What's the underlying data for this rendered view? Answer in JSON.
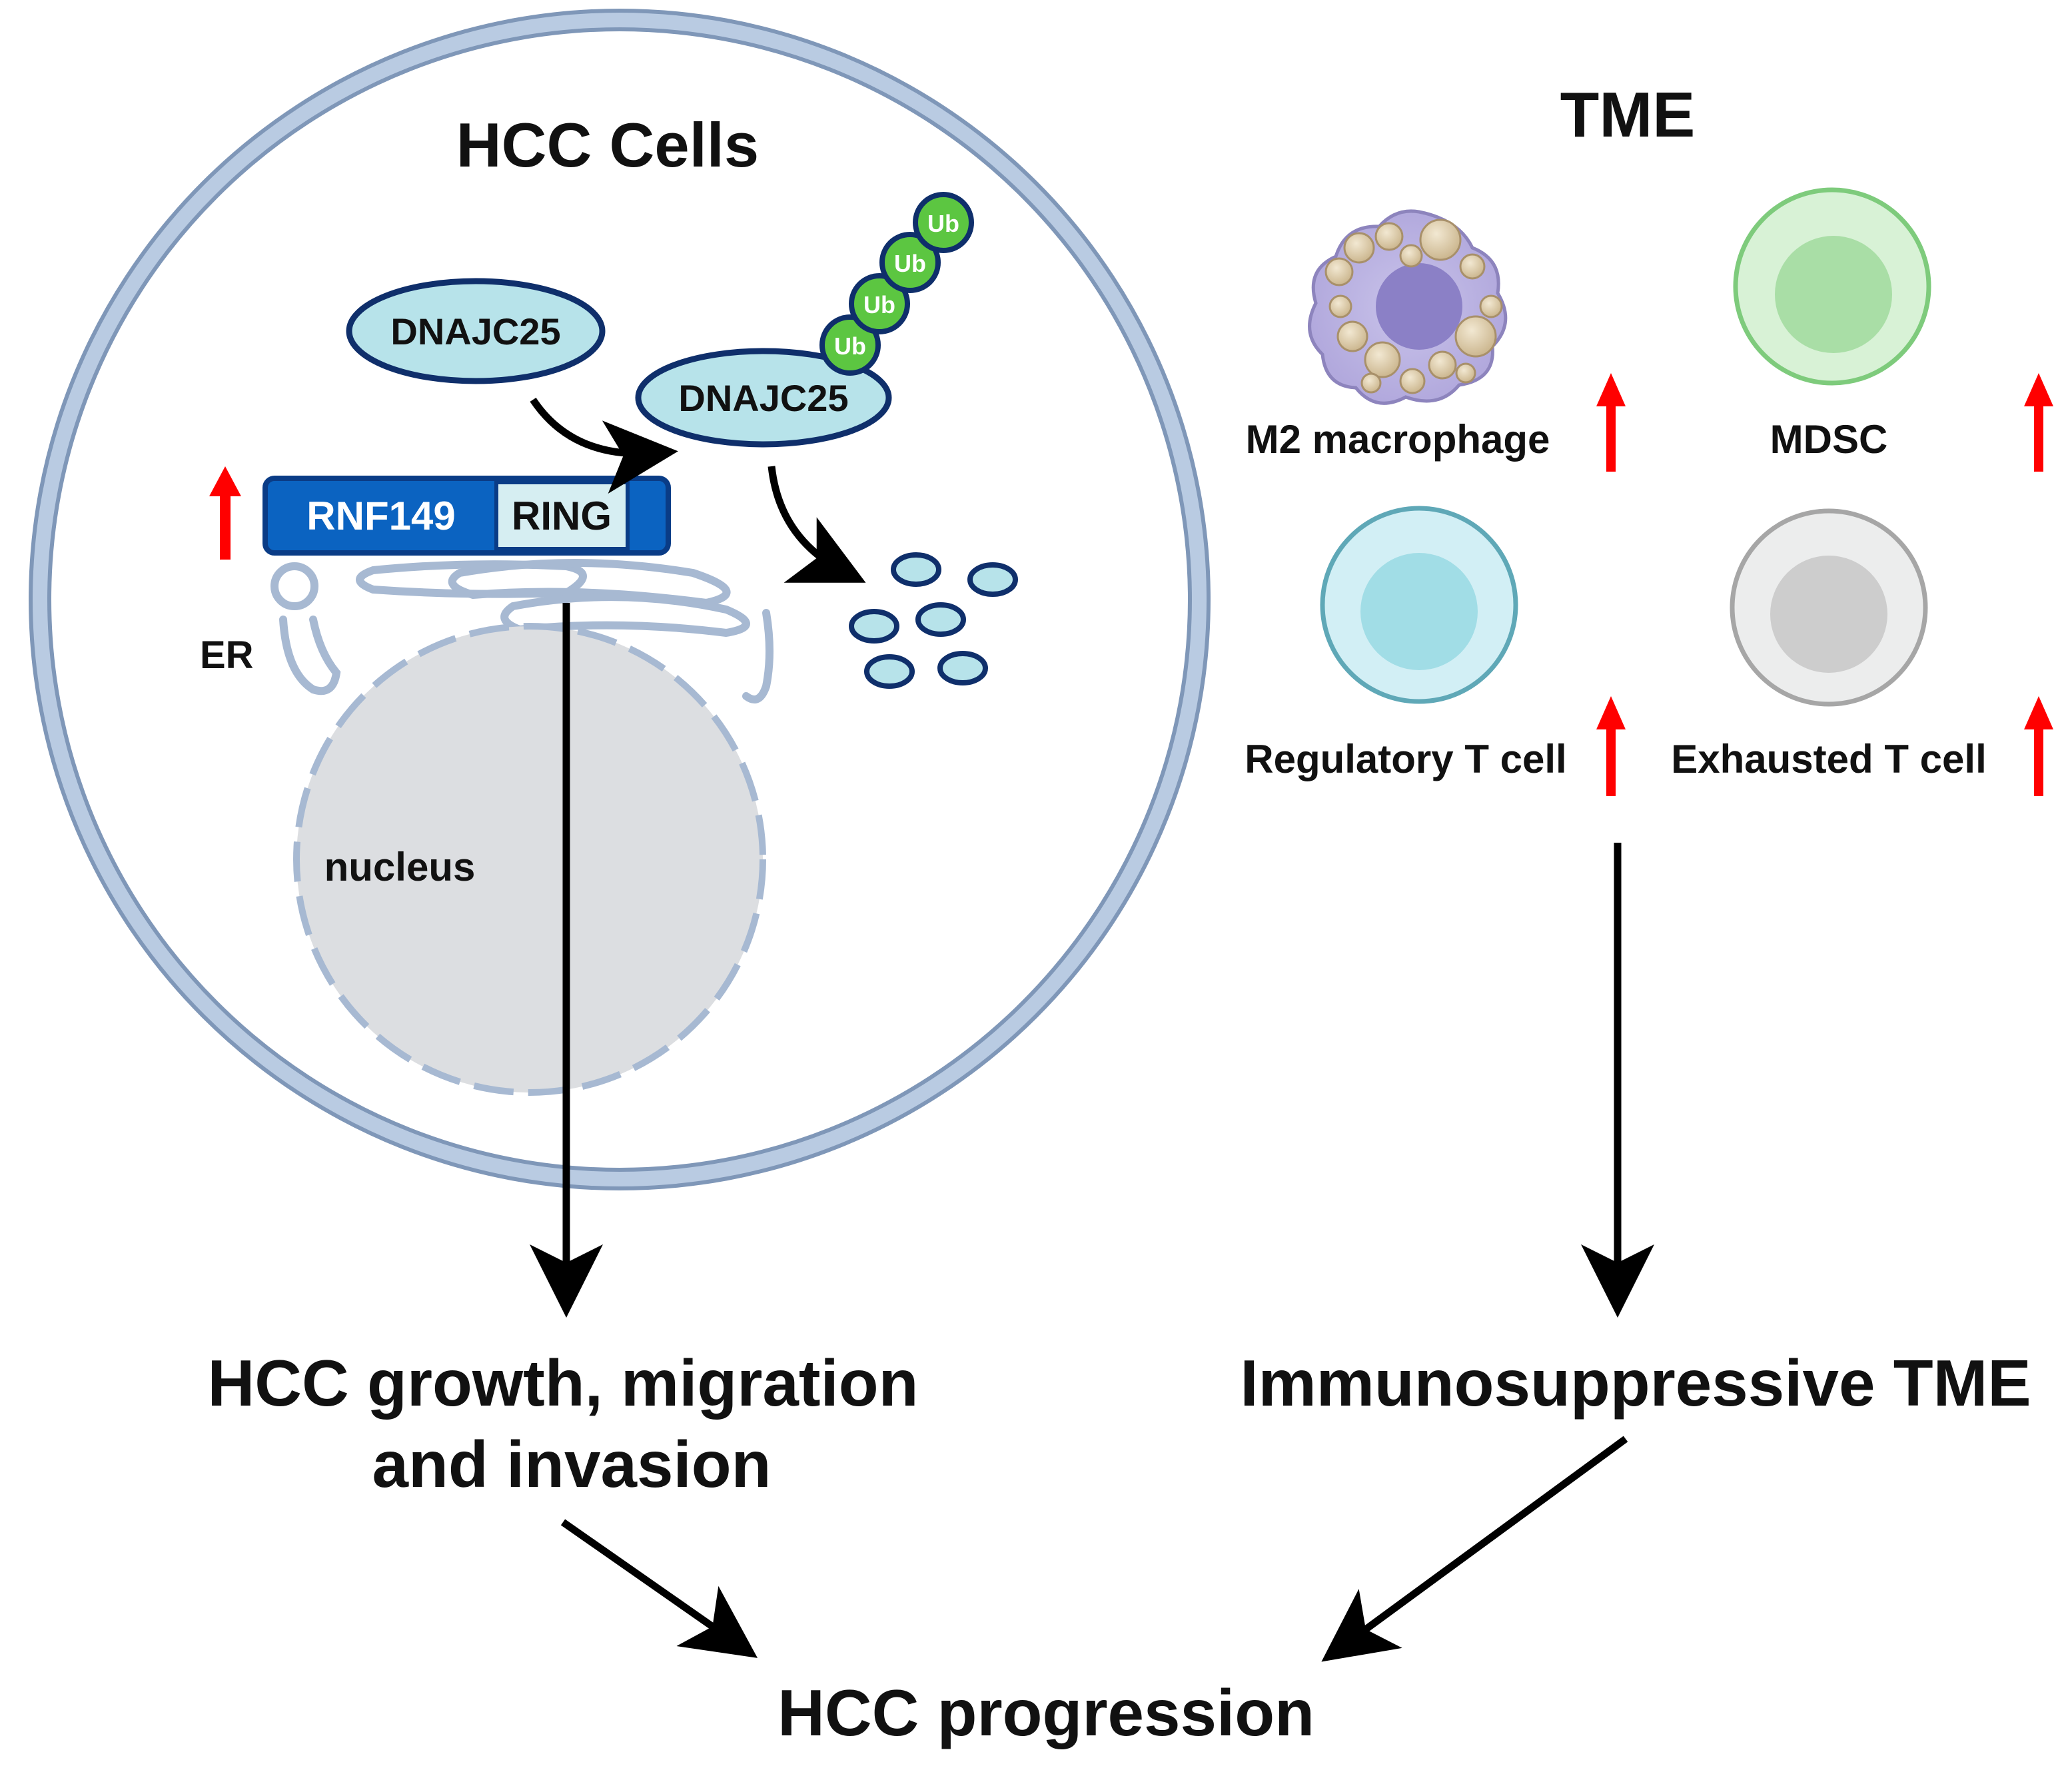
{
  "cell": {
    "title": "HCC Cells",
    "protein_free": "DNAJC25",
    "protein_tagged": "DNAJC25",
    "ubiquitin_tags": [
      "Ub",
      "Ub",
      "Ub",
      "Ub"
    ],
    "rnf149_label": "RNF149",
    "ring_label": "RING",
    "er_label": "ER",
    "nucleus_label": "nucleus"
  },
  "tme": {
    "title": "TME",
    "cells": [
      {
        "label": "M2 macrophage",
        "trend": "up"
      },
      {
        "label": "MDSC",
        "trend": "up"
      },
      {
        "label": "Regulatory  T cell",
        "trend": "up"
      },
      {
        "label": "Exhausted T cell",
        "trend": "up"
      }
    ]
  },
  "outcomes": {
    "left_line1": "HCC growth, migration",
    "left_line2": "and invasion",
    "right": "Immunosuppressive TME",
    "final": "HCC progression"
  },
  "colors": {
    "membrane": "#a9bdd6",
    "membrane_stroke": "#7f97b8",
    "protein_fill": "#b7e3ea",
    "protein_stroke": "#0f2f6b",
    "rnf149_fill": "#0b63c1",
    "ring_fill": "#d6eef2",
    "ubiquitin_fill": "#5cc641",
    "up_arrow": "#ff0000",
    "arrow": "#000000",
    "nucleus_fill": "#dcdee1"
  },
  "icons": [
    "up-arrow-icon",
    "arrow-icon"
  ]
}
